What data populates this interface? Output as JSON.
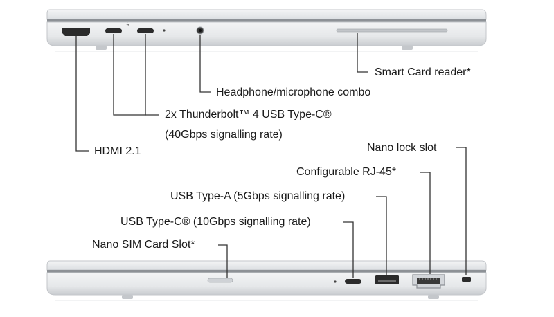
{
  "labels": {
    "smart_card": "Smart Card reader*",
    "headphone": "Headphone/microphone combo",
    "thunderbolt_line1": "2x Thunderbolt™ 4 USB Type-C®",
    "thunderbolt_line2": "(40Gbps signalling rate)",
    "hdmi": "HDMI 2.1",
    "nano_lock": "Nano lock slot",
    "rj45": "Configurable RJ-45*",
    "usb_a": "USB Type-A (5Gbps signalling rate)",
    "usb_c": "USB Type-C® (10Gbps signalling rate)",
    "nano_sim": "Nano SIM Card Slot*"
  },
  "colors": {
    "chassis_light": "#eceef0",
    "chassis_mid": "#d9dcdf",
    "chassis_dark": "#b9bdc1",
    "port_dark": "#2b2b2b",
    "leader_line": "#333333"
  }
}
